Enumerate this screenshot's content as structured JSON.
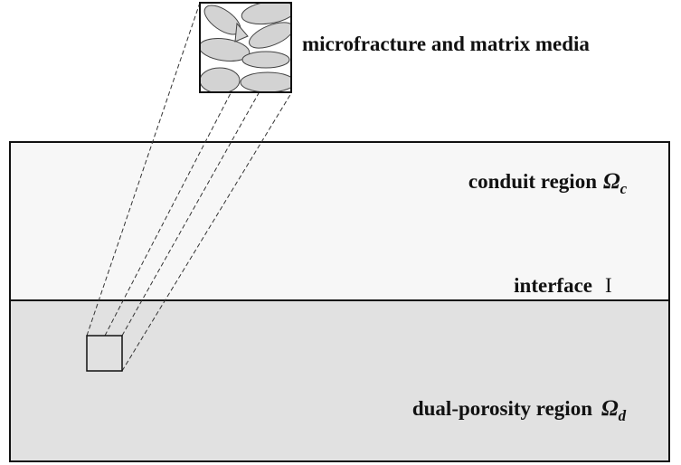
{
  "labels": {
    "microfracture": "microfracture and matrix media",
    "conduit": "conduit region",
    "conduit_symbol": "Ω",
    "conduit_subscript": "c",
    "interface": "interface",
    "interface_symbol": "I",
    "dual_porosity": "dual-porosity region",
    "dual_porosity_symbol": "Ω",
    "dual_porosity_subscript": "d"
  },
  "colors": {
    "conduit_fill": "#f7f7f7",
    "dual_porosity_fill": "#e1e1e1",
    "grain_fill": "#d3d3d3",
    "stroke": "#111111"
  }
}
